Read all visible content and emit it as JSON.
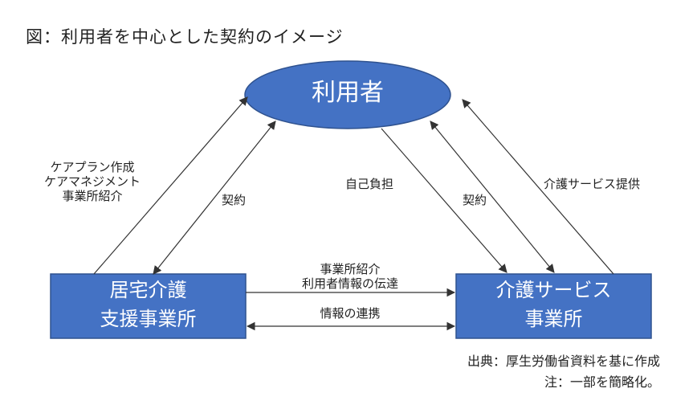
{
  "title": "図：利用者を中心とした契約のイメージ",
  "nodes": {
    "user": "利用者",
    "care_manager_line1": "居宅介護",
    "care_manager_line2": "支援事業所",
    "service_line1": "介護サービス",
    "service_line2": "事業所"
  },
  "labels": {
    "care_plan_line1": "ケアプラン作成",
    "care_plan_line2": "ケアマネジメント",
    "care_plan_line3": "事業所紹介",
    "contract_left": "契約",
    "self_pay": "自己負担",
    "contract_right": "契約",
    "service_provision": "介護サービス提供",
    "intro_line1": "事業所紹介",
    "intro_line2": "利用者情報の伝達",
    "info_sharing": "情報の連携"
  },
  "footer": {
    "source": "出典：厚生労働省資料を基に作成",
    "note": "注：一部を簡略化。"
  },
  "colors": {
    "node_fill": "#4472c4",
    "node_border": "#2f528f",
    "arrow": "#333333"
  }
}
